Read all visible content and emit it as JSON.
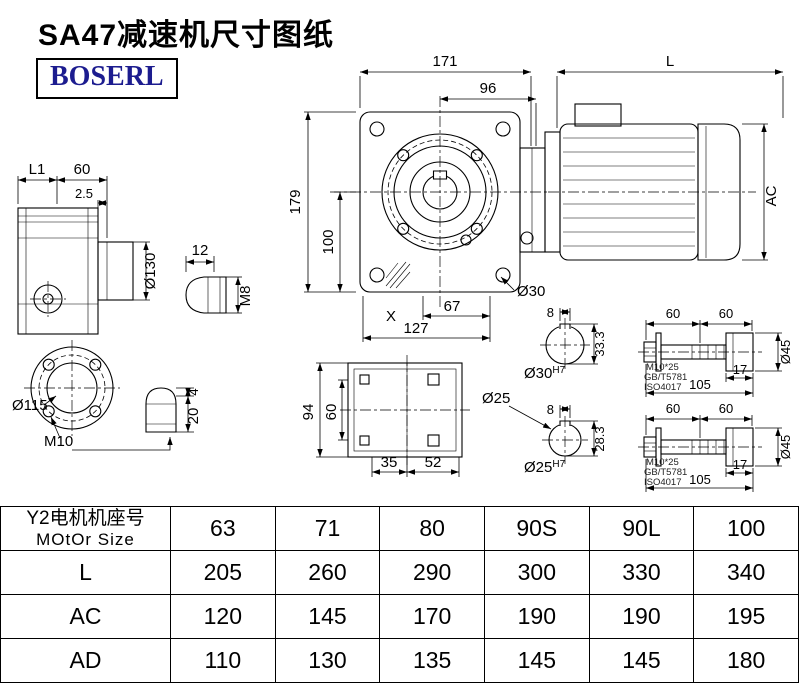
{
  "page": {
    "title": "SA47减速机尺寸图纸",
    "brand": "BOSERL"
  },
  "colors": {
    "brand_text": "#1c1c8f",
    "line": "#000000"
  },
  "dims": {
    "front_width": "171",
    "motor_len": "L",
    "flange_96": "96",
    "front_height": "179",
    "axis_height": "100",
    "motor_ac": "AC",
    "side_l1": "L1",
    "side_60": "60",
    "side_gap": "2.5",
    "side_d130": "Ø130",
    "plug_12": "12",
    "plug_m8": "M8",
    "shaft_d30": "Ø30",
    "out_67": "67",
    "mark_x": "X",
    "out_127": "127",
    "flange_d115": "Ø115",
    "flange_m10": "M10",
    "stud_4": "4",
    "stud_20": "20",
    "foot_94": "94",
    "foot_60": "60",
    "foot_35": "35",
    "foot_52": "52",
    "s30_key8": "8",
    "s30_333": "33.3",
    "s30_base": "Ø30",
    "s30_sup": "H7",
    "s25_d": "Ø25",
    "s25_key8": "8",
    "s25_283": "28.3",
    "s25_base": "Ø25",
    "s25_sup": "H7",
    "a1_60a": "60",
    "a1_60b": "60",
    "a1_m10": "M10*25",
    "a1_gb": "GB/T5781",
    "a1_iso": "ISO4017",
    "a1_17": "17",
    "a1_105": "105",
    "a1_d45": "Ø45",
    "a2_60a": "60",
    "a2_60b": "60",
    "a2_m10": "M10*25",
    "a2_gb": "GB/T5781",
    "a2_iso": "ISO4017",
    "a2_17": "17",
    "a2_105": "105",
    "a2_d45": "Ø45"
  },
  "table": {
    "motor_label_cn": "Y2电机机座号",
    "motor_label_en": "MOtOr Size",
    "sizes": [
      "63",
      "71",
      "80",
      "90S",
      "90L",
      "100"
    ],
    "rows": [
      {
        "label": "L",
        "values": [
          "205",
          "260",
          "290",
          "300",
          "330",
          "340"
        ]
      },
      {
        "label": "AC",
        "values": [
          "120",
          "145",
          "170",
          "190",
          "190",
          "195"
        ]
      },
      {
        "label": "AD",
        "values": [
          "110",
          "130",
          "135",
          "145",
          "145",
          "180"
        ]
      }
    ]
  }
}
